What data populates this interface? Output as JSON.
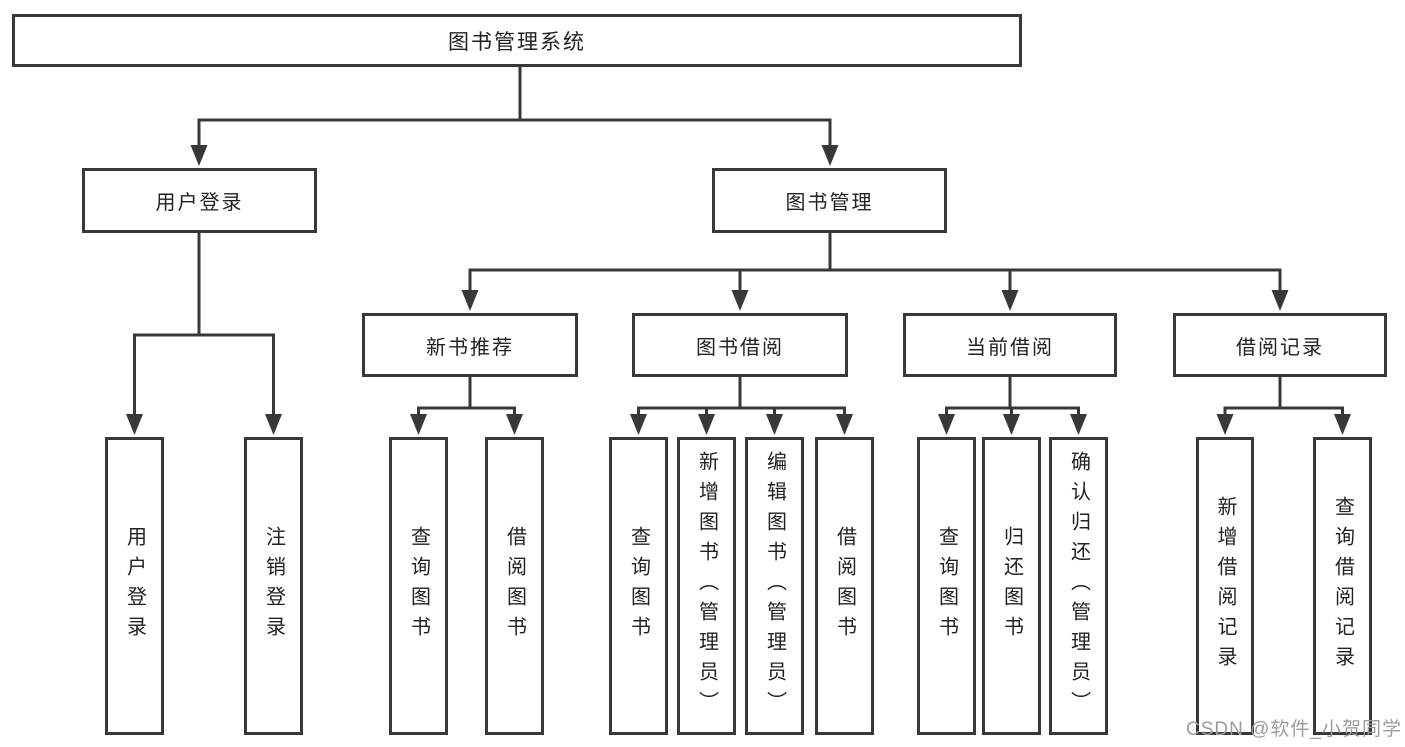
{
  "colors": {
    "line": "#383838",
    "text": "#222222",
    "background": "#ffffff",
    "watermark": "#9c9c9c"
  },
  "nodes": {
    "root": {
      "label": "图书管理系统"
    },
    "user_login": {
      "label": "用户登录"
    },
    "book_mgmt": {
      "label": "图书管理"
    },
    "new_book_rec": {
      "label": "新书推荐"
    },
    "book_borrow": {
      "label": "图书借阅"
    },
    "current_borrow": {
      "label": "当前借阅"
    },
    "borrow_records": {
      "label": "借阅记录"
    },
    "leaf_user_login": {
      "label": "用户登录"
    },
    "leaf_logout": {
      "label": "注销登录"
    },
    "leaf_query_book_1": {
      "label": "查询图书"
    },
    "leaf_borrow_book_1": {
      "label": "借阅图书"
    },
    "leaf_query_book_2": {
      "label": "查询图书"
    },
    "leaf_add_book": {
      "label": "新增图书（管理员）"
    },
    "leaf_edit_book": {
      "label": "编辑图书（管理员）"
    },
    "leaf_borrow_book_2": {
      "label": "借阅图书"
    },
    "leaf_query_book_3": {
      "label": "查询图书"
    },
    "leaf_return_book": {
      "label": "归还图书"
    },
    "leaf_confirm_return": {
      "label": "确认归还（管理员）"
    },
    "leaf_add_borrow_record": {
      "label": "新增借阅记录"
    },
    "leaf_query_borrow_record": {
      "label": "查询借阅记录"
    }
  },
  "watermark": {
    "text": "CSDN @软件_小贺同学"
  }
}
